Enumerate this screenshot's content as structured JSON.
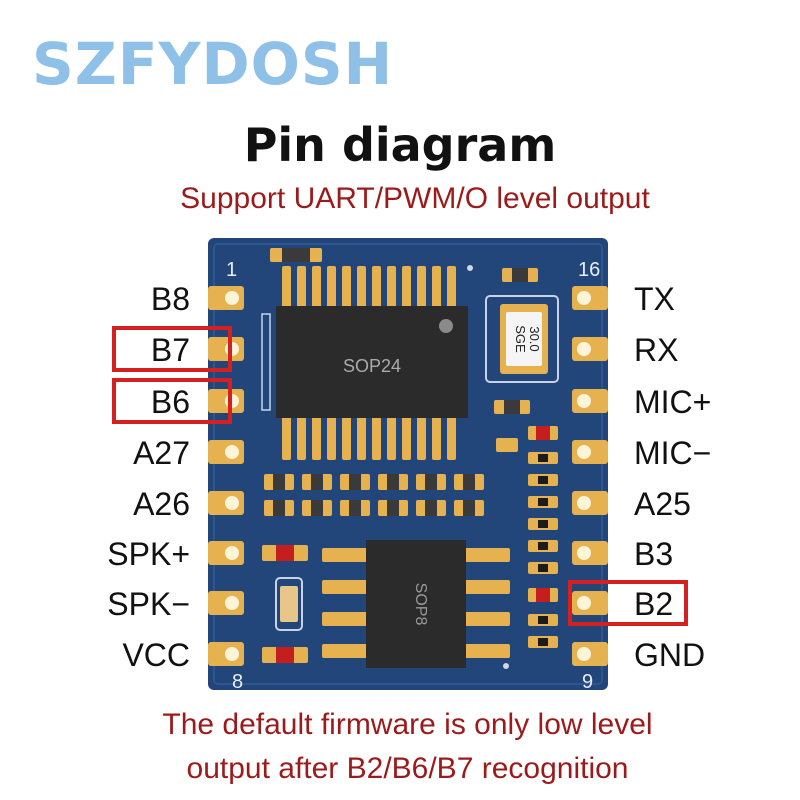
{
  "brand": "SZFYDOSH",
  "title": "Pin diagram",
  "subtitle": "Support UART/PWM/O level output",
  "footer": {
    "line1": "The default firmware is only low level",
    "line2": "output after B2/B6/B7 recognition"
  },
  "pins_left": [
    "B8",
    "B7",
    "B6",
    "A27",
    "A26",
    "SPK+",
    "SPK−",
    "VCC"
  ],
  "pins_right": [
    "TX",
    "RX",
    "MIC+",
    "MIC−",
    "A25",
    "B3",
    "B2",
    "GND"
  ],
  "highlighted_pins": [
    "B7",
    "B6",
    "B2"
  ],
  "board": {
    "pin_numbers": {
      "top_left": "1",
      "top_right": "16",
      "bottom_left": "8",
      "bottom_right": "9"
    },
    "chip_main": "SOP24",
    "chip_small": "SOP8",
    "crystal": {
      "line1": "30.0",
      "line2": "SGE"
    }
  },
  "colors": {
    "pcb": "#22457a",
    "pad": "#e5b24f",
    "highlight": "#d42020",
    "accent_text": "#9c1a1a",
    "brand": "#8ec0e8"
  }
}
